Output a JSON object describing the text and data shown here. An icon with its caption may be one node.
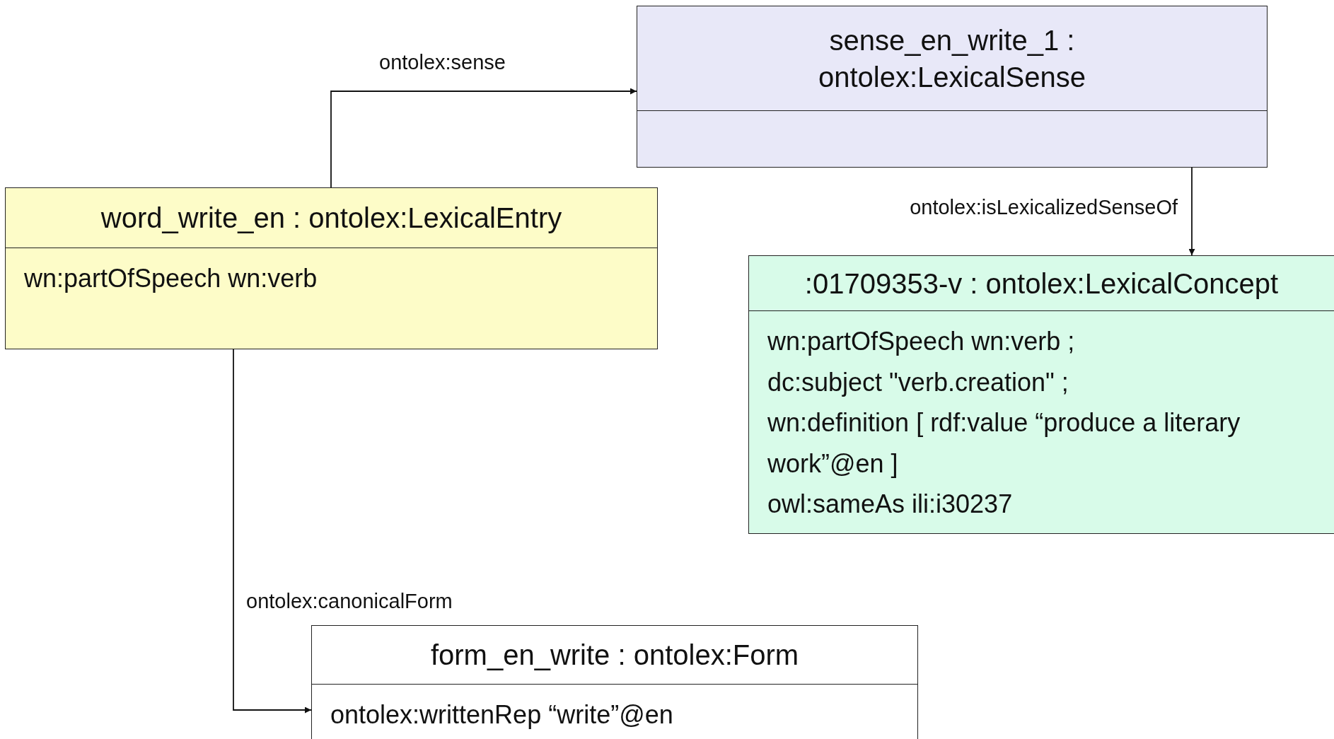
{
  "diagram": {
    "nodes": [
      {
        "text": [
          "sense_en_write_1 : ontolex:LexicalSense"
        ]
      },
      {
        "text": [
          "word_write_en : ontolex:LexicalEntry",
          "wn:partOfSpeech wn:verb"
        ]
      },
      {
        "text": [
          ":01709353-v : ontolex:LexicalConcept",
          "wn:partOfSpeech wn:verb ;",
          "dc:subject \"verb.creation\" ;",
          "wn:definition [ rdf:value “produce a literary work”@en ]",
          "owl:sameAs ili:i30237"
        ]
      },
      {
        "text": [
          "form_en_write : ontolex:Form",
          "ontolex:writtenRep “write”@en"
        ]
      }
    ],
    "edges": [
      {
        "from": 1,
        "to": 0,
        "arrow": "to",
        "label": "ontolex:sense"
      },
      {
        "from": 0,
        "to": 2,
        "arrow": "to",
        "label": "ontolex:isLexicalizedSenseOf"
      },
      {
        "from": 1,
        "to": 3,
        "arrow": "to",
        "label": "ontolex:canonicalForm"
      }
    ]
  }
}
